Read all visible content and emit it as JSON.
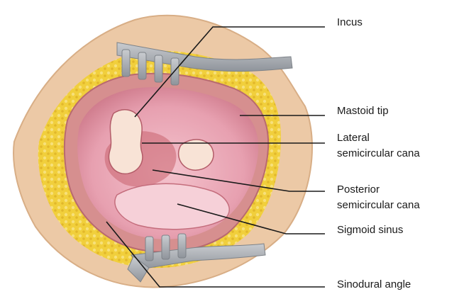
{
  "labels": {
    "incus": "Incus",
    "mastoid_tip": "Mastoid tip",
    "lateral_line1": "Lateral",
    "lateral_line2": "semicircular cana",
    "posterior_line1": "Posterior",
    "posterior_line2": "semicircular cana",
    "sigmoid_sinus": "Sigmoid sinus",
    "sinodural_angle": "Sinodural angle"
  },
  "colors": {
    "skin": "#ecc9a6",
    "fat": "#f1cf3c",
    "tissue": "#e9a3b3",
    "tissue_dark": "#c9626e",
    "retractor": "#a9adb3",
    "leader_line": "#1a1a1a"
  }
}
